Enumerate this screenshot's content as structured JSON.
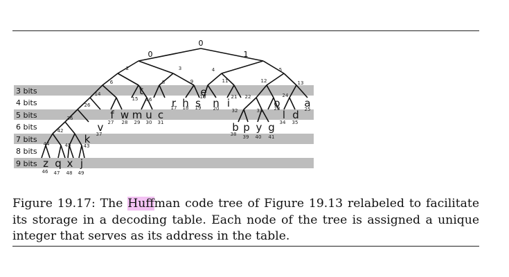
{
  "figure": {
    "levels": [
      "3 bits",
      "4 bits",
      "5 bits",
      "6 bits",
      "7 bits",
      "8 bits",
      "9 bits"
    ],
    "root_label": "0",
    "edge_labels": [
      {
        "id": "e-left",
        "text": "0"
      },
      {
        "id": "e-right",
        "text": "1"
      }
    ],
    "node_addresses": [
      {
        "id": "n2",
        "text": "2"
      },
      {
        "id": "n3",
        "text": "3"
      },
      {
        "id": "n4",
        "text": "4"
      },
      {
        "id": "n5",
        "text": "5"
      },
      {
        "id": "n6",
        "text": "6"
      },
      {
        "id": "n8",
        "text": "8"
      },
      {
        "id": "n9",
        "text": "9"
      },
      {
        "id": "n10",
        "text": "10"
      },
      {
        "id": "n11",
        "text": "11"
      },
      {
        "id": "n12",
        "text": "12"
      },
      {
        "id": "n13",
        "text": "13"
      },
      {
        "id": "n14",
        "text": "14"
      },
      {
        "id": "n15",
        "text": "15"
      },
      {
        "id": "n16",
        "text": "16"
      },
      {
        "id": "n17",
        "text": "17"
      },
      {
        "id": "n18",
        "text": "18"
      },
      {
        "id": "n19",
        "text": "19"
      },
      {
        "id": "n20",
        "text": "20"
      },
      {
        "id": "n21",
        "text": "21"
      },
      {
        "id": "n22",
        "text": "22"
      },
      {
        "id": "n23",
        "text": "23"
      },
      {
        "id": "n24",
        "text": "24"
      },
      {
        "id": "n25",
        "text": "25"
      },
      {
        "id": "n26",
        "text": "26"
      },
      {
        "id": "n27",
        "text": "27"
      },
      {
        "id": "n28",
        "text": "28"
      },
      {
        "id": "n29",
        "text": "29"
      },
      {
        "id": "n30",
        "text": "30"
      },
      {
        "id": "n31",
        "text": "31"
      },
      {
        "id": "n32",
        "text": "32"
      },
      {
        "id": "n33",
        "text": "33"
      },
      {
        "id": "n34",
        "text": "34"
      },
      {
        "id": "n35",
        "text": "35"
      },
      {
        "id": "n36",
        "text": "36"
      },
      {
        "id": "n37",
        "text": "37"
      },
      {
        "id": "n38",
        "text": "38"
      },
      {
        "id": "n39",
        "text": "39"
      },
      {
        "id": "n40",
        "text": "40"
      },
      {
        "id": "n41",
        "text": "41"
      },
      {
        "id": "n42",
        "text": "42"
      },
      {
        "id": "n43",
        "text": "43"
      },
      {
        "id": "n44",
        "text": "44"
      },
      {
        "id": "n45",
        "text": "45"
      },
      {
        "id": "n46",
        "text": "46"
      },
      {
        "id": "n47",
        "text": "47"
      },
      {
        "id": "n48",
        "text": "48"
      },
      {
        "id": "n49",
        "text": "49"
      }
    ],
    "leaf_letters": [
      {
        "id": "t",
        "text": "t"
      },
      {
        "id": "e",
        "text": "e"
      },
      {
        "id": "r",
        "text": "r"
      },
      {
        "id": "h",
        "text": "h"
      },
      {
        "id": "s",
        "text": "s"
      },
      {
        "id": "n",
        "text": "n"
      },
      {
        "id": "i",
        "text": "i"
      },
      {
        "id": "o",
        "text": "o"
      },
      {
        "id": "a",
        "text": "a"
      },
      {
        "id": "f",
        "text": "f"
      },
      {
        "id": "w",
        "text": "w"
      },
      {
        "id": "m",
        "text": "m"
      },
      {
        "id": "u",
        "text": "u"
      },
      {
        "id": "c",
        "text": "c"
      },
      {
        "id": "l",
        "text": "l"
      },
      {
        "id": "d",
        "text": "d"
      },
      {
        "id": "v",
        "text": "v"
      },
      {
        "id": "b",
        "text": "b"
      },
      {
        "id": "p",
        "text": "p"
      },
      {
        "id": "y",
        "text": "y"
      },
      {
        "id": "g",
        "text": "g"
      },
      {
        "id": "k",
        "text": "k"
      },
      {
        "id": "z",
        "text": "z"
      },
      {
        "id": "q",
        "text": "q"
      },
      {
        "id": "x",
        "text": "x"
      },
      {
        "id": "j",
        "text": "j"
      }
    ]
  },
  "caption": {
    "prefix": "Figure 19.17: The ",
    "highlight": "Huff",
    "suffix": "man code tree of Figure 19.13 relabeled to facilitate its storage in a decoding table. Each node of the tree is assigned a unique integer that serves as its address in the table."
  }
}
